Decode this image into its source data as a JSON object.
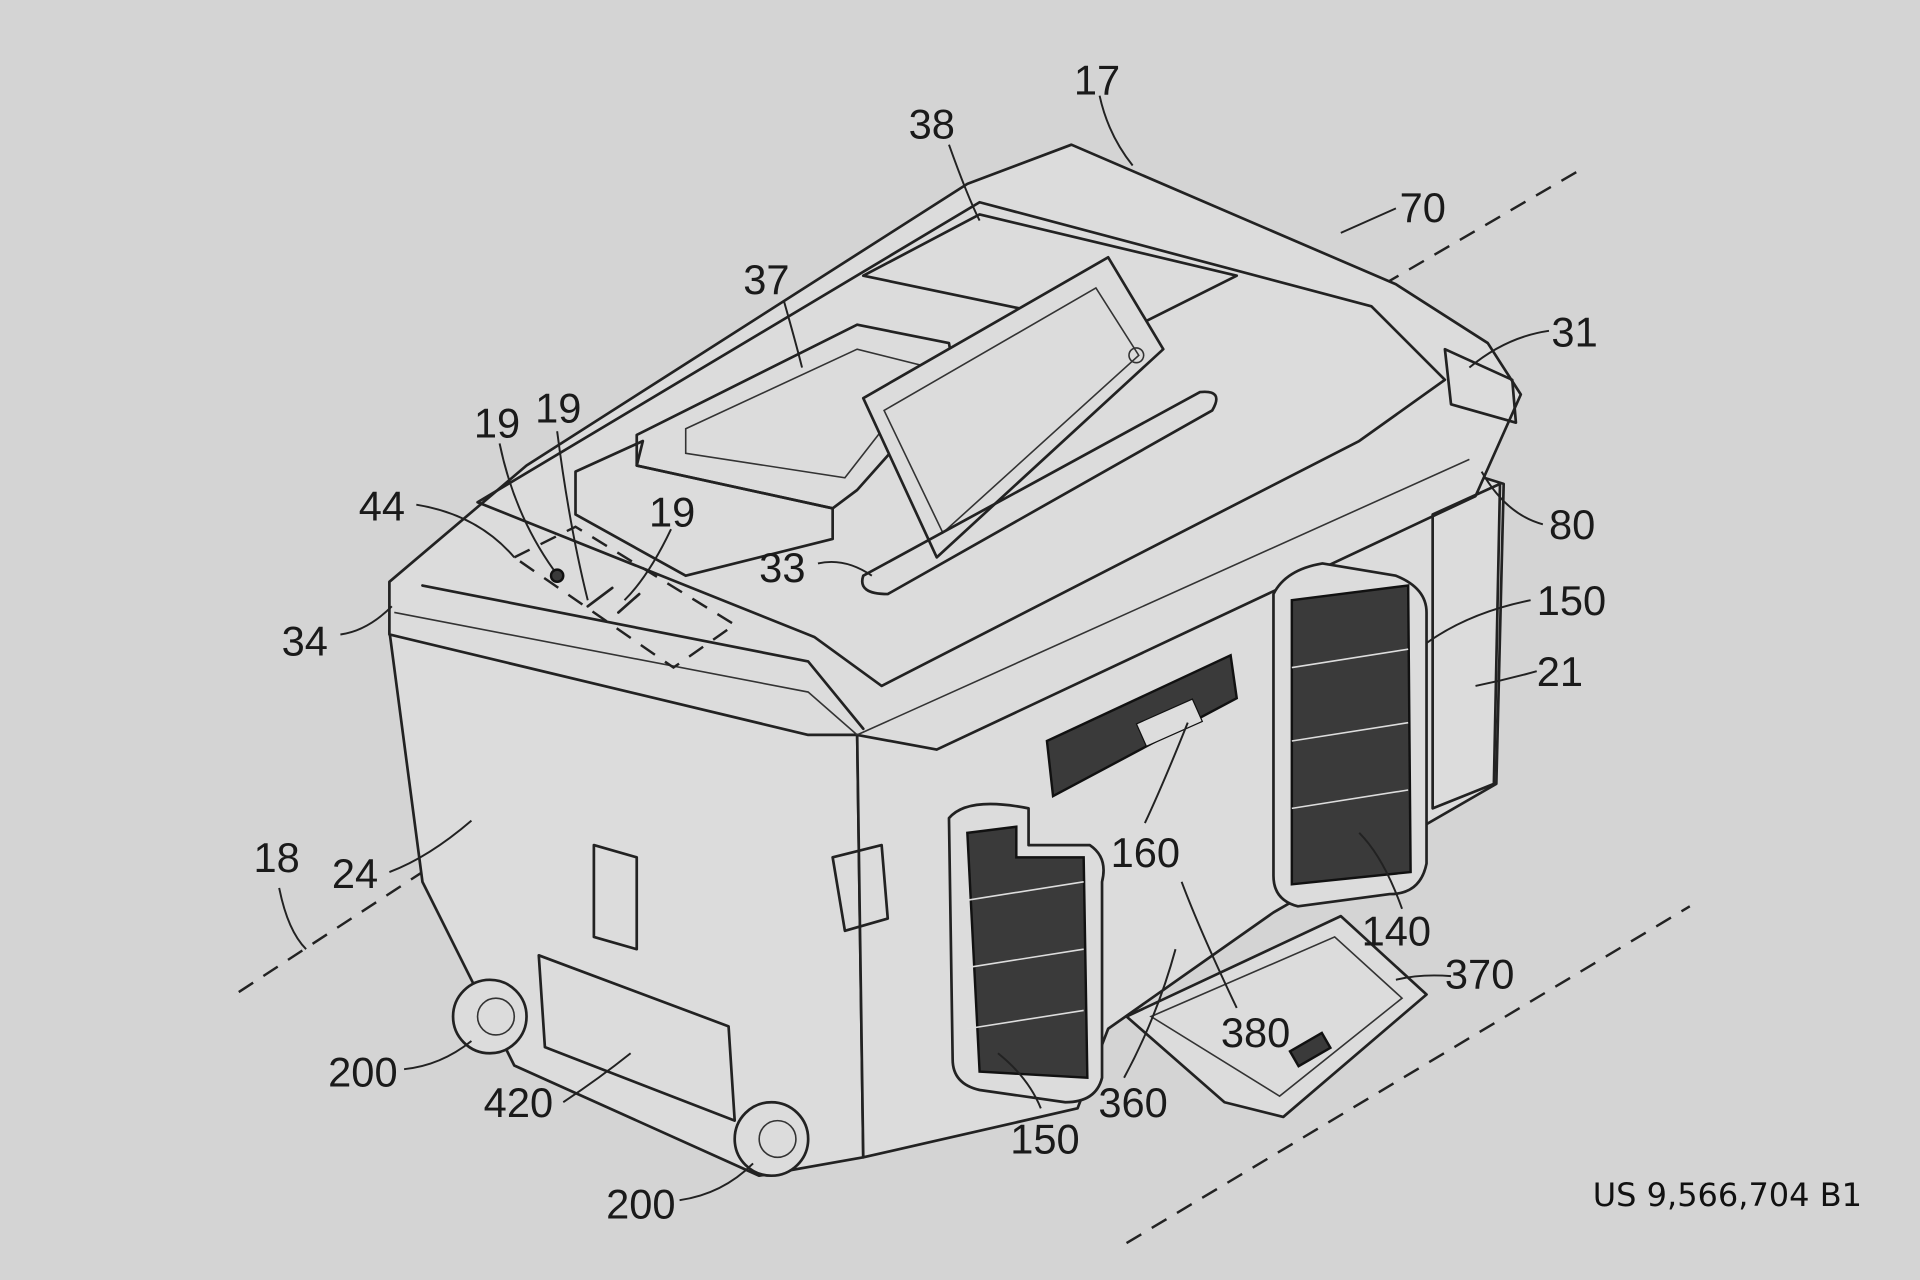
{
  "figure": {
    "reference_numerals": {
      "lid": "17",
      "compartment_38": "38",
      "direction_70": "70",
      "tray_37": "37",
      "latch_31": "31",
      "fastener_a": "19",
      "fastener_b": "19",
      "fastener_c": "19",
      "region_44": "44",
      "slot_33": "33",
      "hinge_80": "80",
      "vent_right": "150",
      "rim_34": "34",
      "side_21": "21",
      "control_panel_160": "160",
      "axis_18": "18",
      "side_24": "24",
      "vent_140": "140",
      "tray_370": "370",
      "tray_380": "380",
      "wheel_top": "200",
      "panel_420": "420",
      "hinge_360": "360",
      "vent_bottom": "150",
      "wheel_bottom": "200"
    },
    "patent_number": "US 9,566,704 B1"
  }
}
